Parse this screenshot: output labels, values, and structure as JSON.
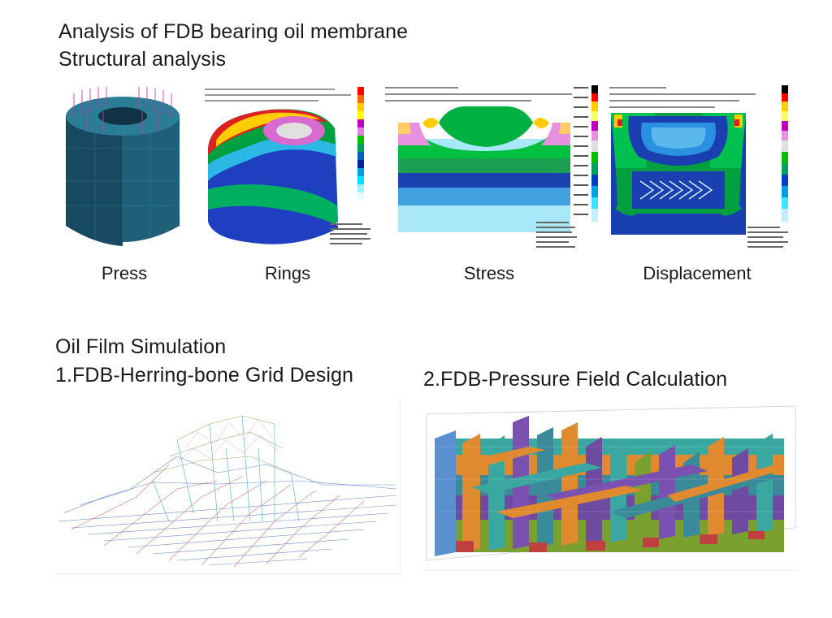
{
  "header": {
    "title_line1": "Analysis of FDB bearing oil membrane",
    "title_line2": "Structural analysis"
  },
  "structural": {
    "captions": [
      "Press",
      "Rings",
      "Stress",
      "Displacement"
    ]
  },
  "oil_film": {
    "heading": "Oil Film Simulation",
    "sub1": "1.FDB-Herring-bone Grid Design",
    "sub2": "2.FDB-Pressure Field Calculation"
  }
}
